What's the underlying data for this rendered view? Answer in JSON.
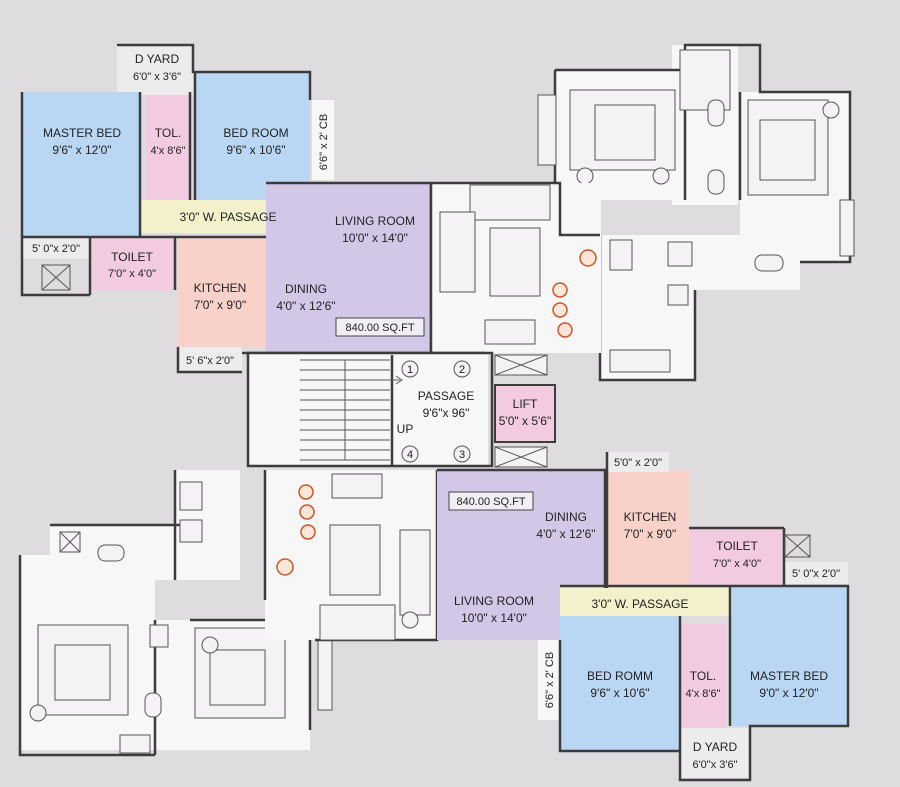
{
  "rooms": {
    "tl": {
      "dyard_name": "D YARD",
      "dyard_size": "6'0\" x 3'6\"",
      "master_name": "MASTER BED",
      "master_size": "9'6\" x 12'0\"",
      "tol_name": "TOL.",
      "tol_size": "4'x 8'6\"",
      "bed_name": "BED ROOM",
      "bed_size": "9'6\" x 10'6\"",
      "cb": "6'6\" x 2' CB",
      "passage": "3'0\" W. PASSAGE",
      "ledge1": "5' 0\"x 2'0\"",
      "toilet_name": "TOILET",
      "toilet_size": "7'0\" x 4'0\"",
      "kitchen_name": "KITCHEN",
      "kitchen_size": "7'0\" x 9'0\"",
      "living_name": "LIVING ROOM",
      "living_size": "10'0\" x 14'0\"",
      "dining_name": "DINING",
      "dining_size": "4'0\" x 12'6\"",
      "area": "840.00 SQ.FT",
      "ledge2": "5' 6\"x 2'0\""
    },
    "core": {
      "passage_name": "PASSAGE",
      "passage_size": "9'6\"x 96\"",
      "lift_name": "LIFT",
      "lift_size": "5'0\" x 5'6\"",
      "up": "UP",
      "n1": "1",
      "n2": "2",
      "n3": "3",
      "n4": "4"
    },
    "br": {
      "area": "840.00 SQ.FT",
      "ledge1": "5'0\" x 2'0\"",
      "dining_name": "DINING",
      "dining_size": "4'0\" x 12'6\"",
      "kitchen_name": "KITCHEN",
      "kitchen_size": "7'0\" x 9'0\"",
      "toilet_name": "TOILET",
      "toilet_size": "7'0\" x 4'0\"",
      "ledge2": "5' 0\"x 2'0\"",
      "passage": "3'0\" W. PASSAGE",
      "living_name": "LIVING ROOM",
      "living_size": "10'0\" x 14'0\"",
      "cb": "6'6\" x 2' CB",
      "bed_name": "BED ROMM",
      "bed_size": "9'6\" x 10'6\"",
      "tol_name": "TOL.",
      "tol_size": "4'x 8'6\"",
      "master_name": "MASTER BED",
      "master_size": "9'0\" x 12'0\"",
      "dyard_name": "D YARD",
      "dyard_size": "6'0\"x 3'6\""
    }
  },
  "colors": {
    "bedroom": "#b9d6f3",
    "toilet": "#f2cbe0",
    "living": "#d3c7e7",
    "kitchen": "#f8d2c9",
    "passage": "#f3f1cc",
    "background": "#dedcde"
  }
}
